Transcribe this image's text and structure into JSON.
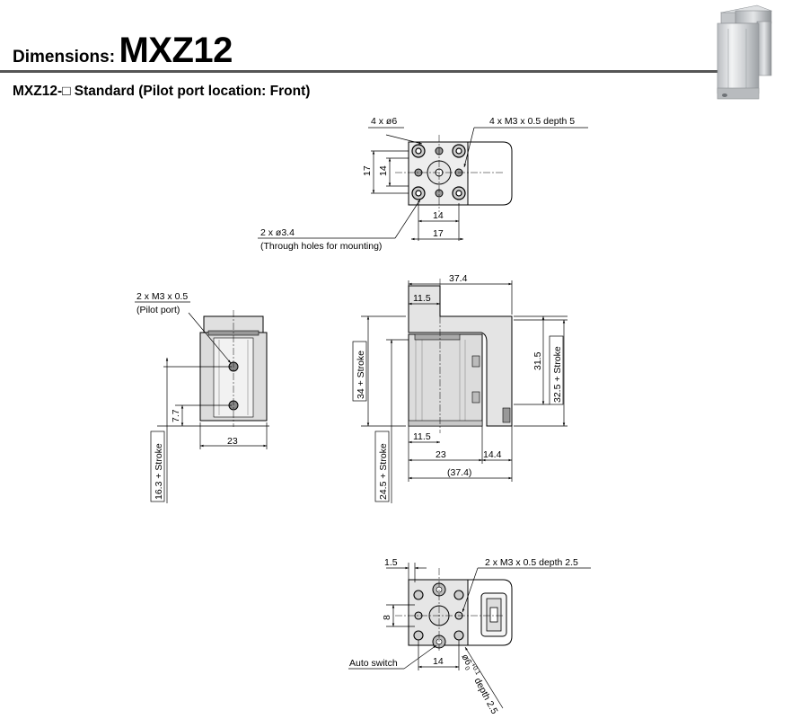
{
  "header": {
    "prefix": "Dimensions:",
    "model": "MXZ12",
    "subtitle": "MXZ12-□ Standard (Pilot port location: Front)"
  },
  "top_view": {
    "holes_label": "4 x ø6",
    "tapped_label": "4 x M3 x 0.5 depth 5",
    "thru_label": "2 x ø3.4",
    "thru_note": "(Through holes for mounting)",
    "dim_14h": "14",
    "dim_17h": "17",
    "dim_17v": "17",
    "dim_14v": "14"
  },
  "left_view": {
    "pilot_label": "2 x M3 x 0.5",
    "pilot_note": "(Pilot port)",
    "dim_77": "7.7",
    "dim_23": "23",
    "dim_163": "16.3 + Stroke"
  },
  "front_view": {
    "dim_374": "37.4",
    "dim_115_top": "11.5",
    "dim_34": "34 + Stroke",
    "dim_315": "31.5",
    "dim_325": "32.5 + Stroke",
    "dim_115_bot": "11.5",
    "dim_23": "23",
    "dim_144": "14.4",
    "dim_374_ref": "(37.4)",
    "dim_245": "24.5 + Stroke"
  },
  "bottom_view": {
    "dim_15": "1.5",
    "tapped_label": "2 x M3 x 0.5 depth 2.5",
    "dim_8": "8",
    "switch_label": "Auto switch",
    "dim_14": "14",
    "bore_label": "ø6",
    "bore_tol_up": "+0.1",
    "bore_tol_low": "0",
    "bore_depth": "depth 2.5"
  }
}
